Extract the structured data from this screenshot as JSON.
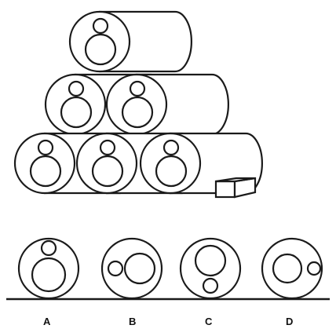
{
  "figure": {
    "stack": {
      "rows": [
        1,
        2,
        3
      ],
      "box_count": 1
    },
    "options": [
      {
        "label": "A",
        "small_circle": "top"
      },
      {
        "label": "B",
        "small_circle": "left"
      },
      {
        "label": "C",
        "small_circle": "bottom"
      },
      {
        "label": "D",
        "small_circle": "right"
      }
    ],
    "colors": {
      "line": "#1a1a1a",
      "paper": "#ffffff"
    }
  }
}
